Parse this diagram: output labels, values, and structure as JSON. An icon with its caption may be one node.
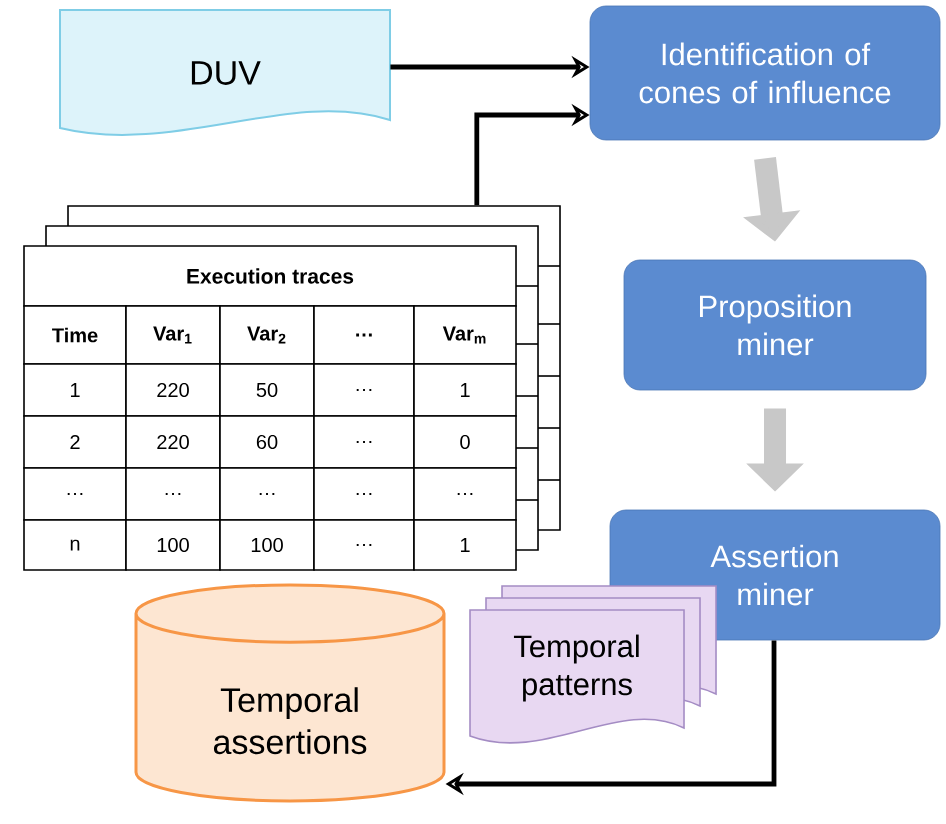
{
  "diagram": {
    "nodes": [
      {
        "text": [
          "DUV"
        ]
      },
      {
        "text": [
          "Identification of cones of influence"
        ]
      },
      {
        "text": [
          "Execution traces"
        ]
      },
      {
        "text": [
          "Proposition miner"
        ]
      },
      {
        "text": [
          "Assertion miner"
        ]
      },
      {
        "text": [
          "Temporal patterns"
        ]
      },
      {
        "text": [
          "Temporal assertions"
        ]
      }
    ],
    "edges": [
      {
        "from": 0,
        "to": 1,
        "arrow": "to"
      },
      {
        "from": 2,
        "to": 1,
        "arrow": "to"
      },
      {
        "from": 1,
        "to": 3,
        "arrow": "to",
        "style": "thick",
        "color": "#c8c8c8"
      },
      {
        "from": 3,
        "to": 4,
        "arrow": "to",
        "style": "thick",
        "color": "#c8c8c8"
      },
      {
        "from": 4,
        "to": 6,
        "arrow": "to"
      }
    ],
    "labels": [
      "Time",
      "Var$_{1}$",
      "Var$_{2}$",
      "…",
      "Var$_{m}$",
      "1",
      "220",
      "50",
      "…",
      "1",
      "2",
      "220",
      "60",
      "…",
      "0",
      "…",
      "…",
      "…",
      "…",
      "…",
      "n",
      "100",
      "100",
      "…",
      "1"
    ]
  }
}
